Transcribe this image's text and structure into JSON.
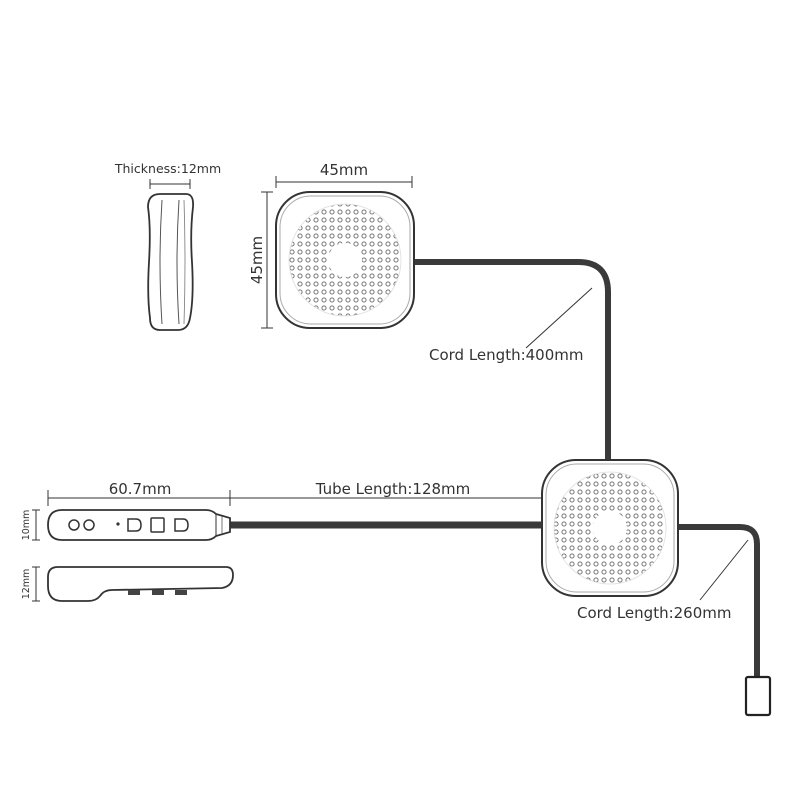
{
  "labels": {
    "thickness_top": "Thickness:12mm",
    "width_top": "45mm",
    "height_left": "45mm",
    "cord_400": "Cord Length:400mm",
    "remote_length": "60.7mm",
    "tube_length": "Tube Length:128mm",
    "remote_height": "10mm",
    "remote_thickness": "12mm",
    "cord_260": "Cord Length:260mm"
  },
  "colors": {
    "line": "#333333",
    "cable": "#3a3a3a",
    "outline": "#444444"
  }
}
